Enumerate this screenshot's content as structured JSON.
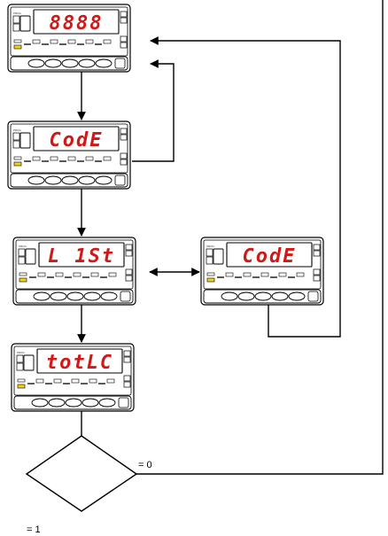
{
  "panels": [
    {
      "id": "p1",
      "display": "8888",
      "badge": "PROG"
    },
    {
      "id": "p2",
      "display": "CodE",
      "badge": "PROG"
    },
    {
      "id": "p3",
      "display": "L 1St",
      "badge": "PROG"
    },
    {
      "id": "p4",
      "display": "CodE",
      "badge": "PROG"
    },
    {
      "id": "p5",
      "display": "totLC",
      "badge": "PROG"
    }
  ],
  "decision": {
    "branch_zero": "= 0",
    "branch_one": "= 1"
  },
  "colors": {
    "display_text": "#d01818",
    "led_yellow": "#f2d21a",
    "line": "#000000"
  }
}
